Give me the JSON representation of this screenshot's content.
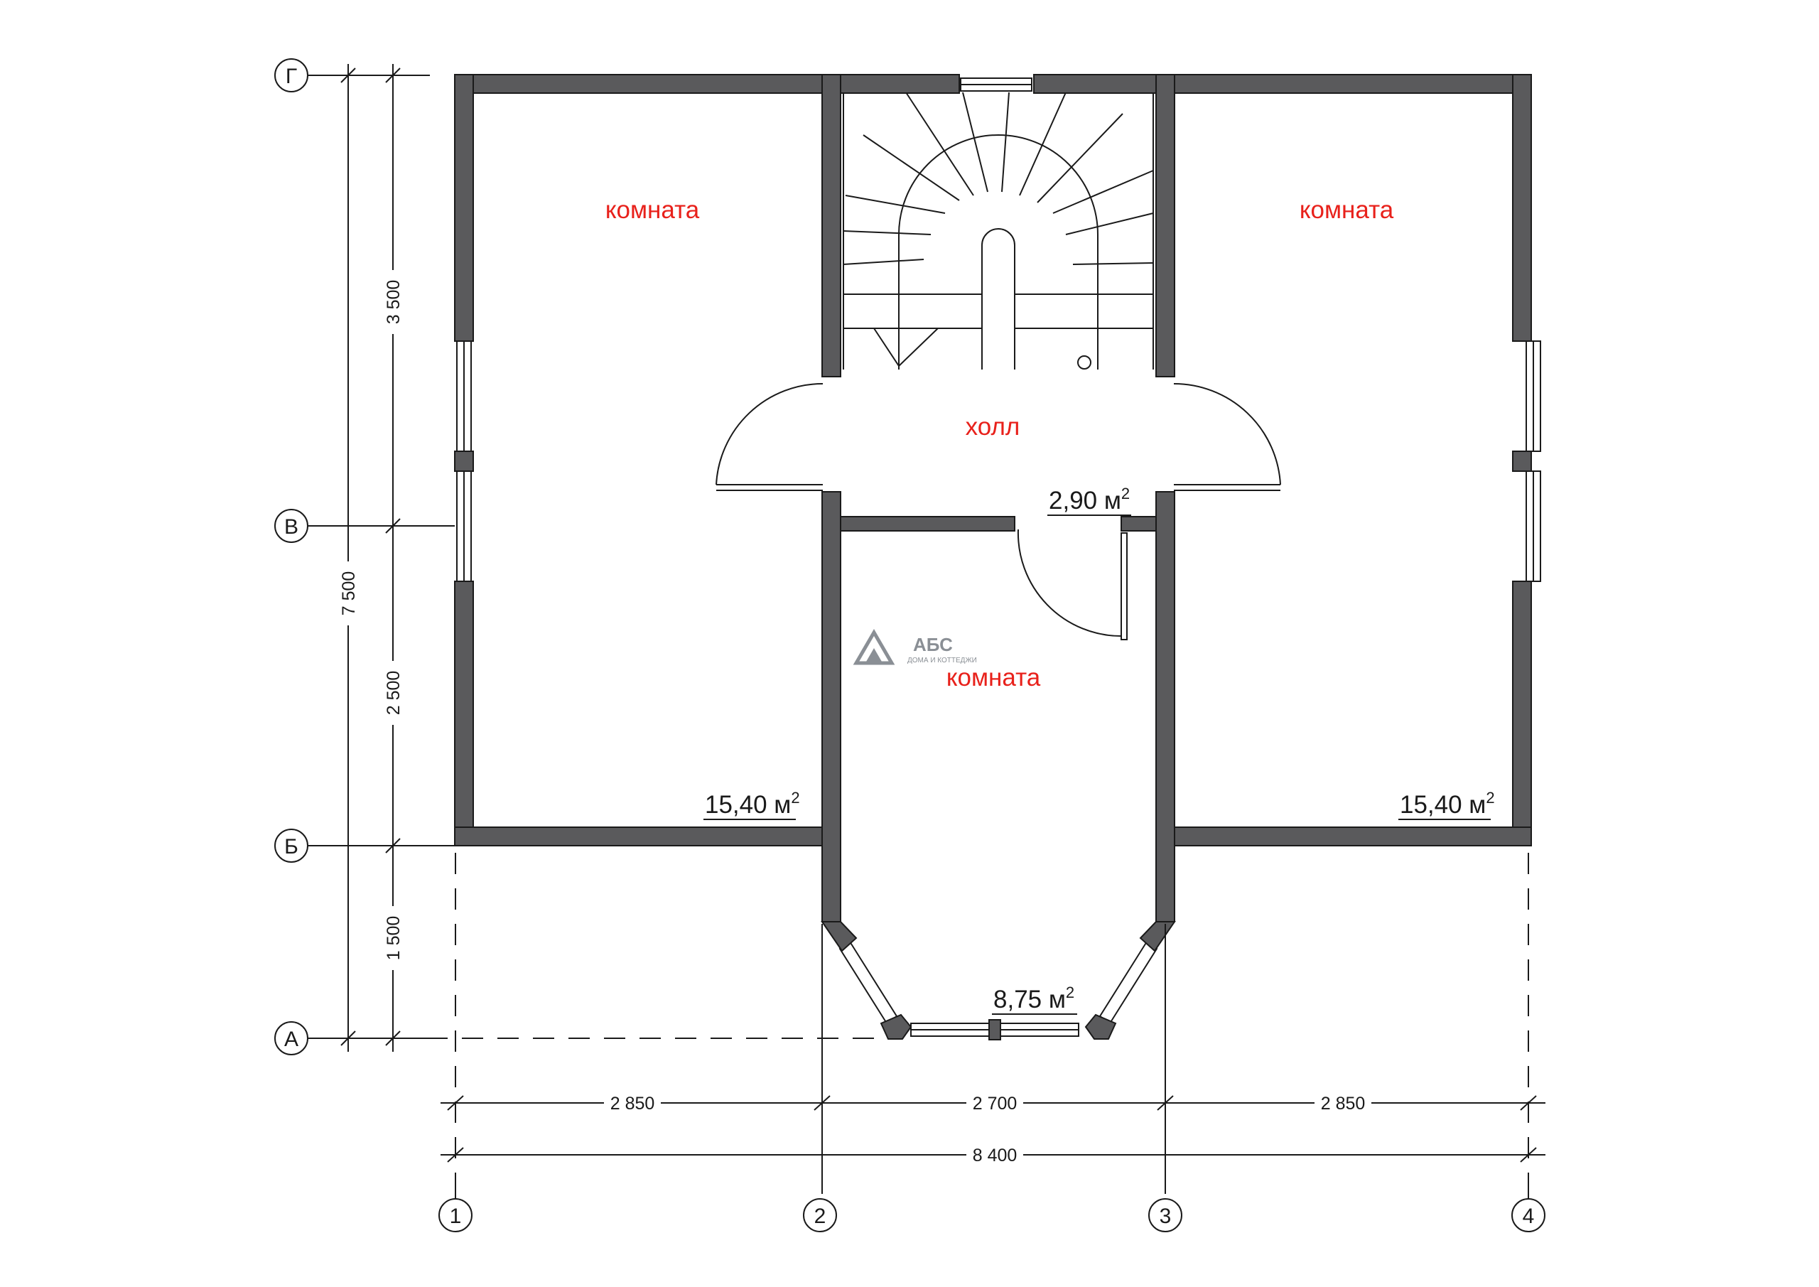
{
  "plan": {
    "rooms": [
      {
        "id": "room-left",
        "label": "комната",
        "area": "15,40 м",
        "sup": "2"
      },
      {
        "id": "room-right",
        "label": "комната",
        "area": "15,40 м",
        "sup": "2"
      },
      {
        "id": "hall",
        "label": "холл",
        "area": "2,90 м",
        "sup": "2"
      },
      {
        "id": "room-center",
        "label": "комната",
        "area": "8,75 м",
        "sup": "2"
      }
    ],
    "axes_rows": [
      "Г",
      "В",
      "Б",
      "А"
    ],
    "axes_cols": [
      "1",
      "2",
      "3",
      "4"
    ],
    "dims_horizontal": [
      "2 850",
      "2 700",
      "2 850"
    ],
    "dim_total_horizontal": "8 400",
    "dims_vertical": [
      "3 500",
      "2 500",
      "1 500"
    ],
    "dim_total_vertical": "7 500",
    "logo": {
      "name": "АБС",
      "tagline": "ДОМА И КОТТЕДЖИ"
    },
    "colors": {
      "wall": "#5a5a5c",
      "room_label": "#e8211b",
      "line": "#1a1a1a",
      "logo": "#8a8f95"
    }
  }
}
